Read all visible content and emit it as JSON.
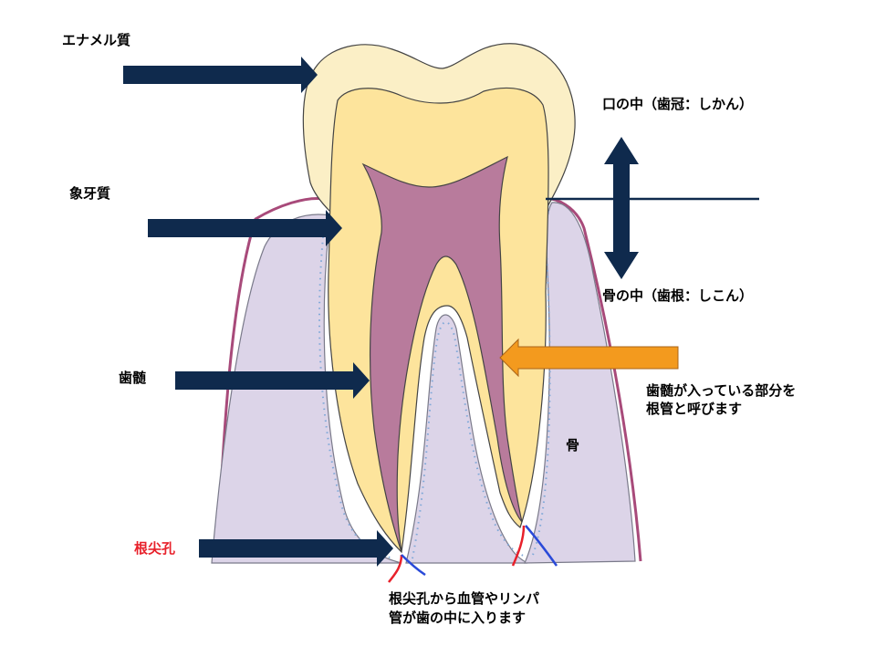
{
  "labels": {
    "enamel": "エナメル質",
    "dentin": "象牙質",
    "pulp": "歯髄",
    "apical_foramen": "根尖孔",
    "crown": "口の中（歯冠：しかん）",
    "root": "骨の中（歯根：しこん）",
    "bone": "骨",
    "root_canal_line1": "歯髄が入っている部分を",
    "root_canal_line2": "根管と呼びます",
    "vessels_line1": "根尖孔から血管やリンパ",
    "vessels_line2": "管が歯の中に入ります"
  },
  "colors": {
    "enamel": "#fbefc6",
    "dentin": "#fde49c",
    "pulp": "#b87b9c",
    "bone": "#dcd4e8",
    "gum_outline": "#a84a7a",
    "navy_arrow": "#0f2a4d",
    "orange_arrow": "#f39a1e",
    "artery": "#e8212b",
    "vein": "#2a4ad8",
    "red_label": "#e8212b"
  }
}
